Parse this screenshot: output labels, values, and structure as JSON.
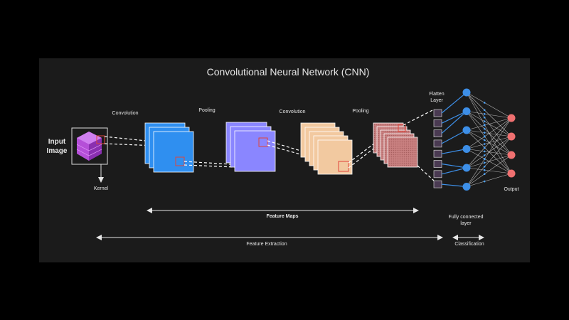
{
  "title": "Convolutional Neural Network (CNN)",
  "labels": {
    "input_line1": "Input",
    "input_line2": "Image",
    "kernel": "Kernel",
    "convolution_1": "Convolution",
    "pooling_1": "Pooling",
    "convolution_2": "Convolution",
    "pooling_2": "Pooling",
    "flatten_line1": "Flatten",
    "flatten_line2": "Layer",
    "output": "Output",
    "fc_line1": "Fully connected",
    "fc_line2": "layer",
    "feature_maps": "Feature Maps",
    "feature_extraction": "Feature Extraction",
    "classification": "Classification"
  },
  "colors": {
    "background": "#000000",
    "panel": "#1b1b1b",
    "conv1": "#2f8ff0",
    "pool1": "#8a86ff",
    "conv2": "#f2c9a0",
    "pool2": "#d78e8e",
    "highlight": "#e0443a",
    "input_cube": "#b54fd8",
    "flatten_cell": "#4a3a52",
    "hidden_node": "#3d8fe8",
    "output_node": "#f07070"
  }
}
